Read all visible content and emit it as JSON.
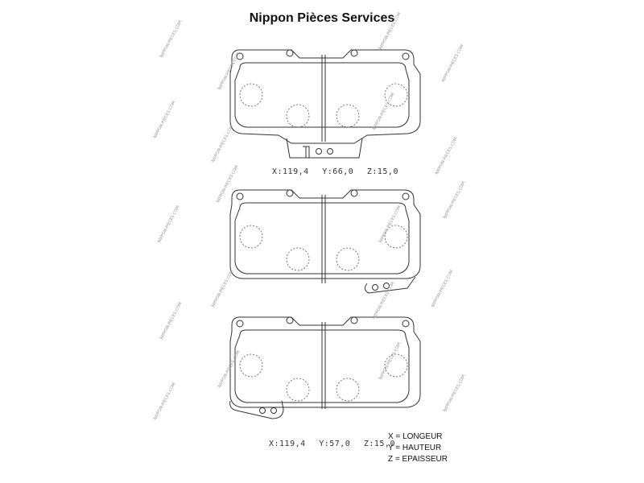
{
  "header": {
    "brand_title": "Nippon Pièces Services"
  },
  "pads": [
    {
      "dimensions": {
        "x": "X:119,4",
        "y": "Y:66,0",
        "z": "Z:15,0"
      }
    },
    {
      "dimensions": null
    },
    {
      "dimensions": {
        "x": "X:119,4",
        "y": "Y:57,0",
        "z": "Z:15,0"
      }
    }
  ],
  "legend": {
    "x": "X = LONGEUR",
    "y": "Y = HAUTEUR",
    "z": "Z = EPAISSEUR"
  },
  "watermark_text": "NIPPON-PIECES.COM"
}
